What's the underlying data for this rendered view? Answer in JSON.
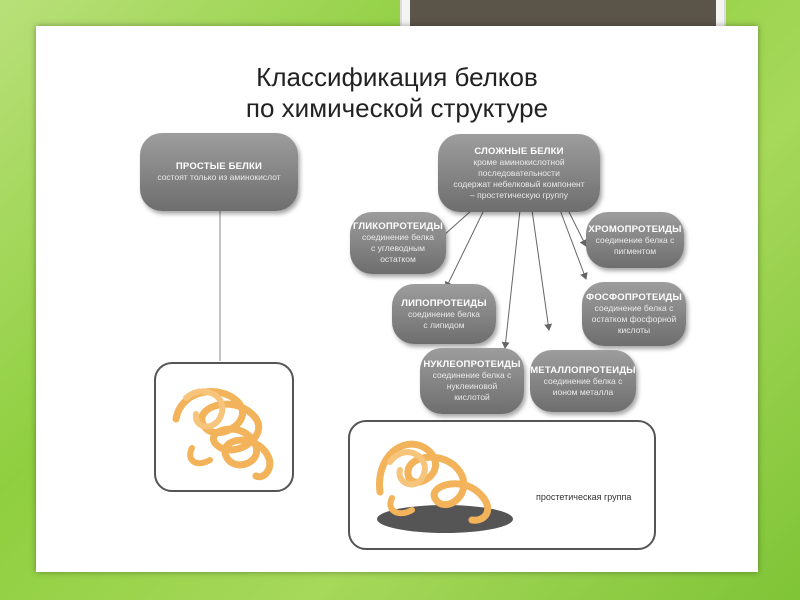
{
  "title": {
    "line1": "Классификация белков",
    "line2": "по химической структуре"
  },
  "simple": {
    "name": "ПРОСТЫЕ БЕЛКИ",
    "desc": "состоят только из аминокислот"
  },
  "complex": {
    "name": "СЛОЖНЫЕ БЕЛКИ",
    "desc_lines": [
      "кроме аминокислотной",
      "последовательности",
      "содержат небелковый компонент",
      "– простетическую группу"
    ]
  },
  "subtypes": [
    {
      "name": "ГЛИКОПРОТЕИДЫ",
      "desc_lines": [
        "соединение белка",
        "с углеводным",
        "остатком"
      ]
    },
    {
      "name": "ХРОМОПРОТЕИДЫ",
      "desc_lines": [
        "соединение белка с",
        "пигментом"
      ]
    },
    {
      "name": "ЛИПОПРОТЕИДЫ",
      "desc_lines": [
        "соединение белка",
        "с липидом"
      ]
    },
    {
      "name": "ФОСФОПРОТЕИДЫ",
      "desc_lines": [
        "соединение белка с",
        "остатком фосфорной",
        "кислоты"
      ]
    },
    {
      "name": "НУКЛЕОПРОТЕИДЫ",
      "desc_lines": [
        "соединение белка с",
        "нуклеиновой",
        "кислотой"
      ]
    },
    {
      "name": "МЕТАЛЛОПРОТЕИДЫ",
      "desc_lines": [
        "соединение белка с",
        "ионом металла"
      ]
    }
  ],
  "prosthetic_label": "простетическая группа",
  "colors": {
    "node_top": "#9d9d9d",
    "node_bottom": "#6e6e6e",
    "protein": "#f5b95a",
    "background_green": "#8fcf3f"
  }
}
